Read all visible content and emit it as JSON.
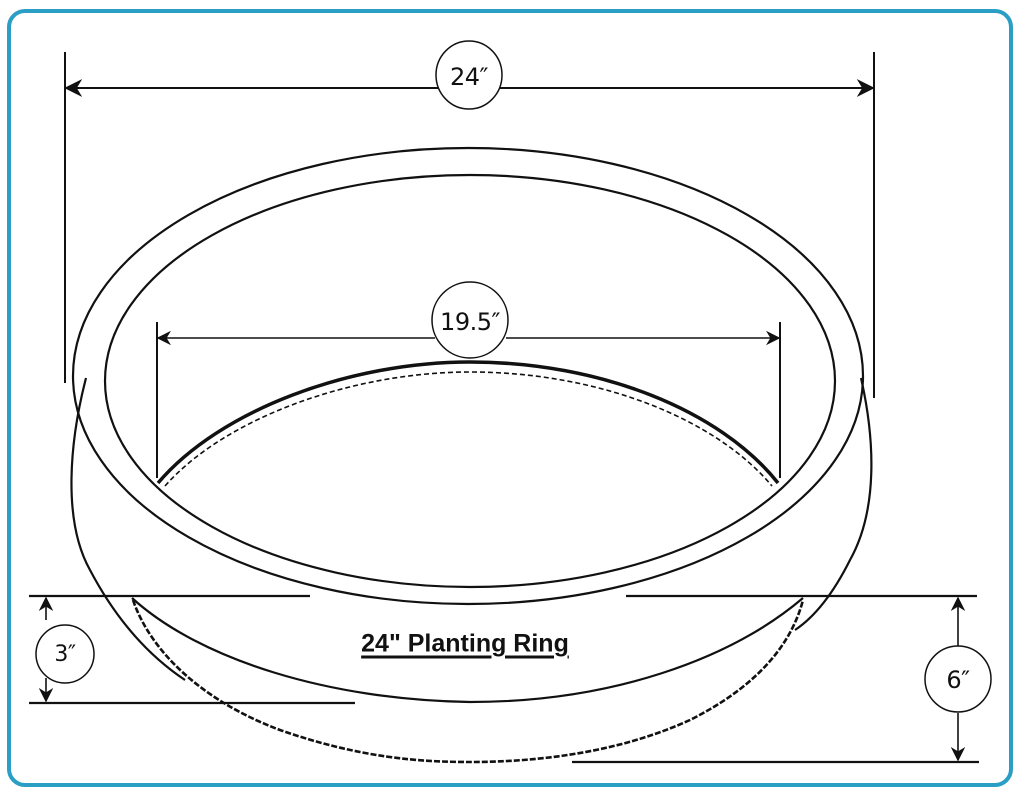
{
  "diagram": {
    "title": "24\" Planting Ring",
    "frame_color": "#2a9ec5",
    "line_color": "#111111",
    "dimensions": {
      "outer_diameter": {
        "label": "24″",
        "description": "outer top diameter"
      },
      "inner_diameter": {
        "label": "19.5″",
        "description": "inner opening diameter"
      },
      "rim_height": {
        "label": "3″",
        "description": "height of rim band"
      },
      "total_height": {
        "label": "6″",
        "description": "total ring height"
      }
    }
  }
}
